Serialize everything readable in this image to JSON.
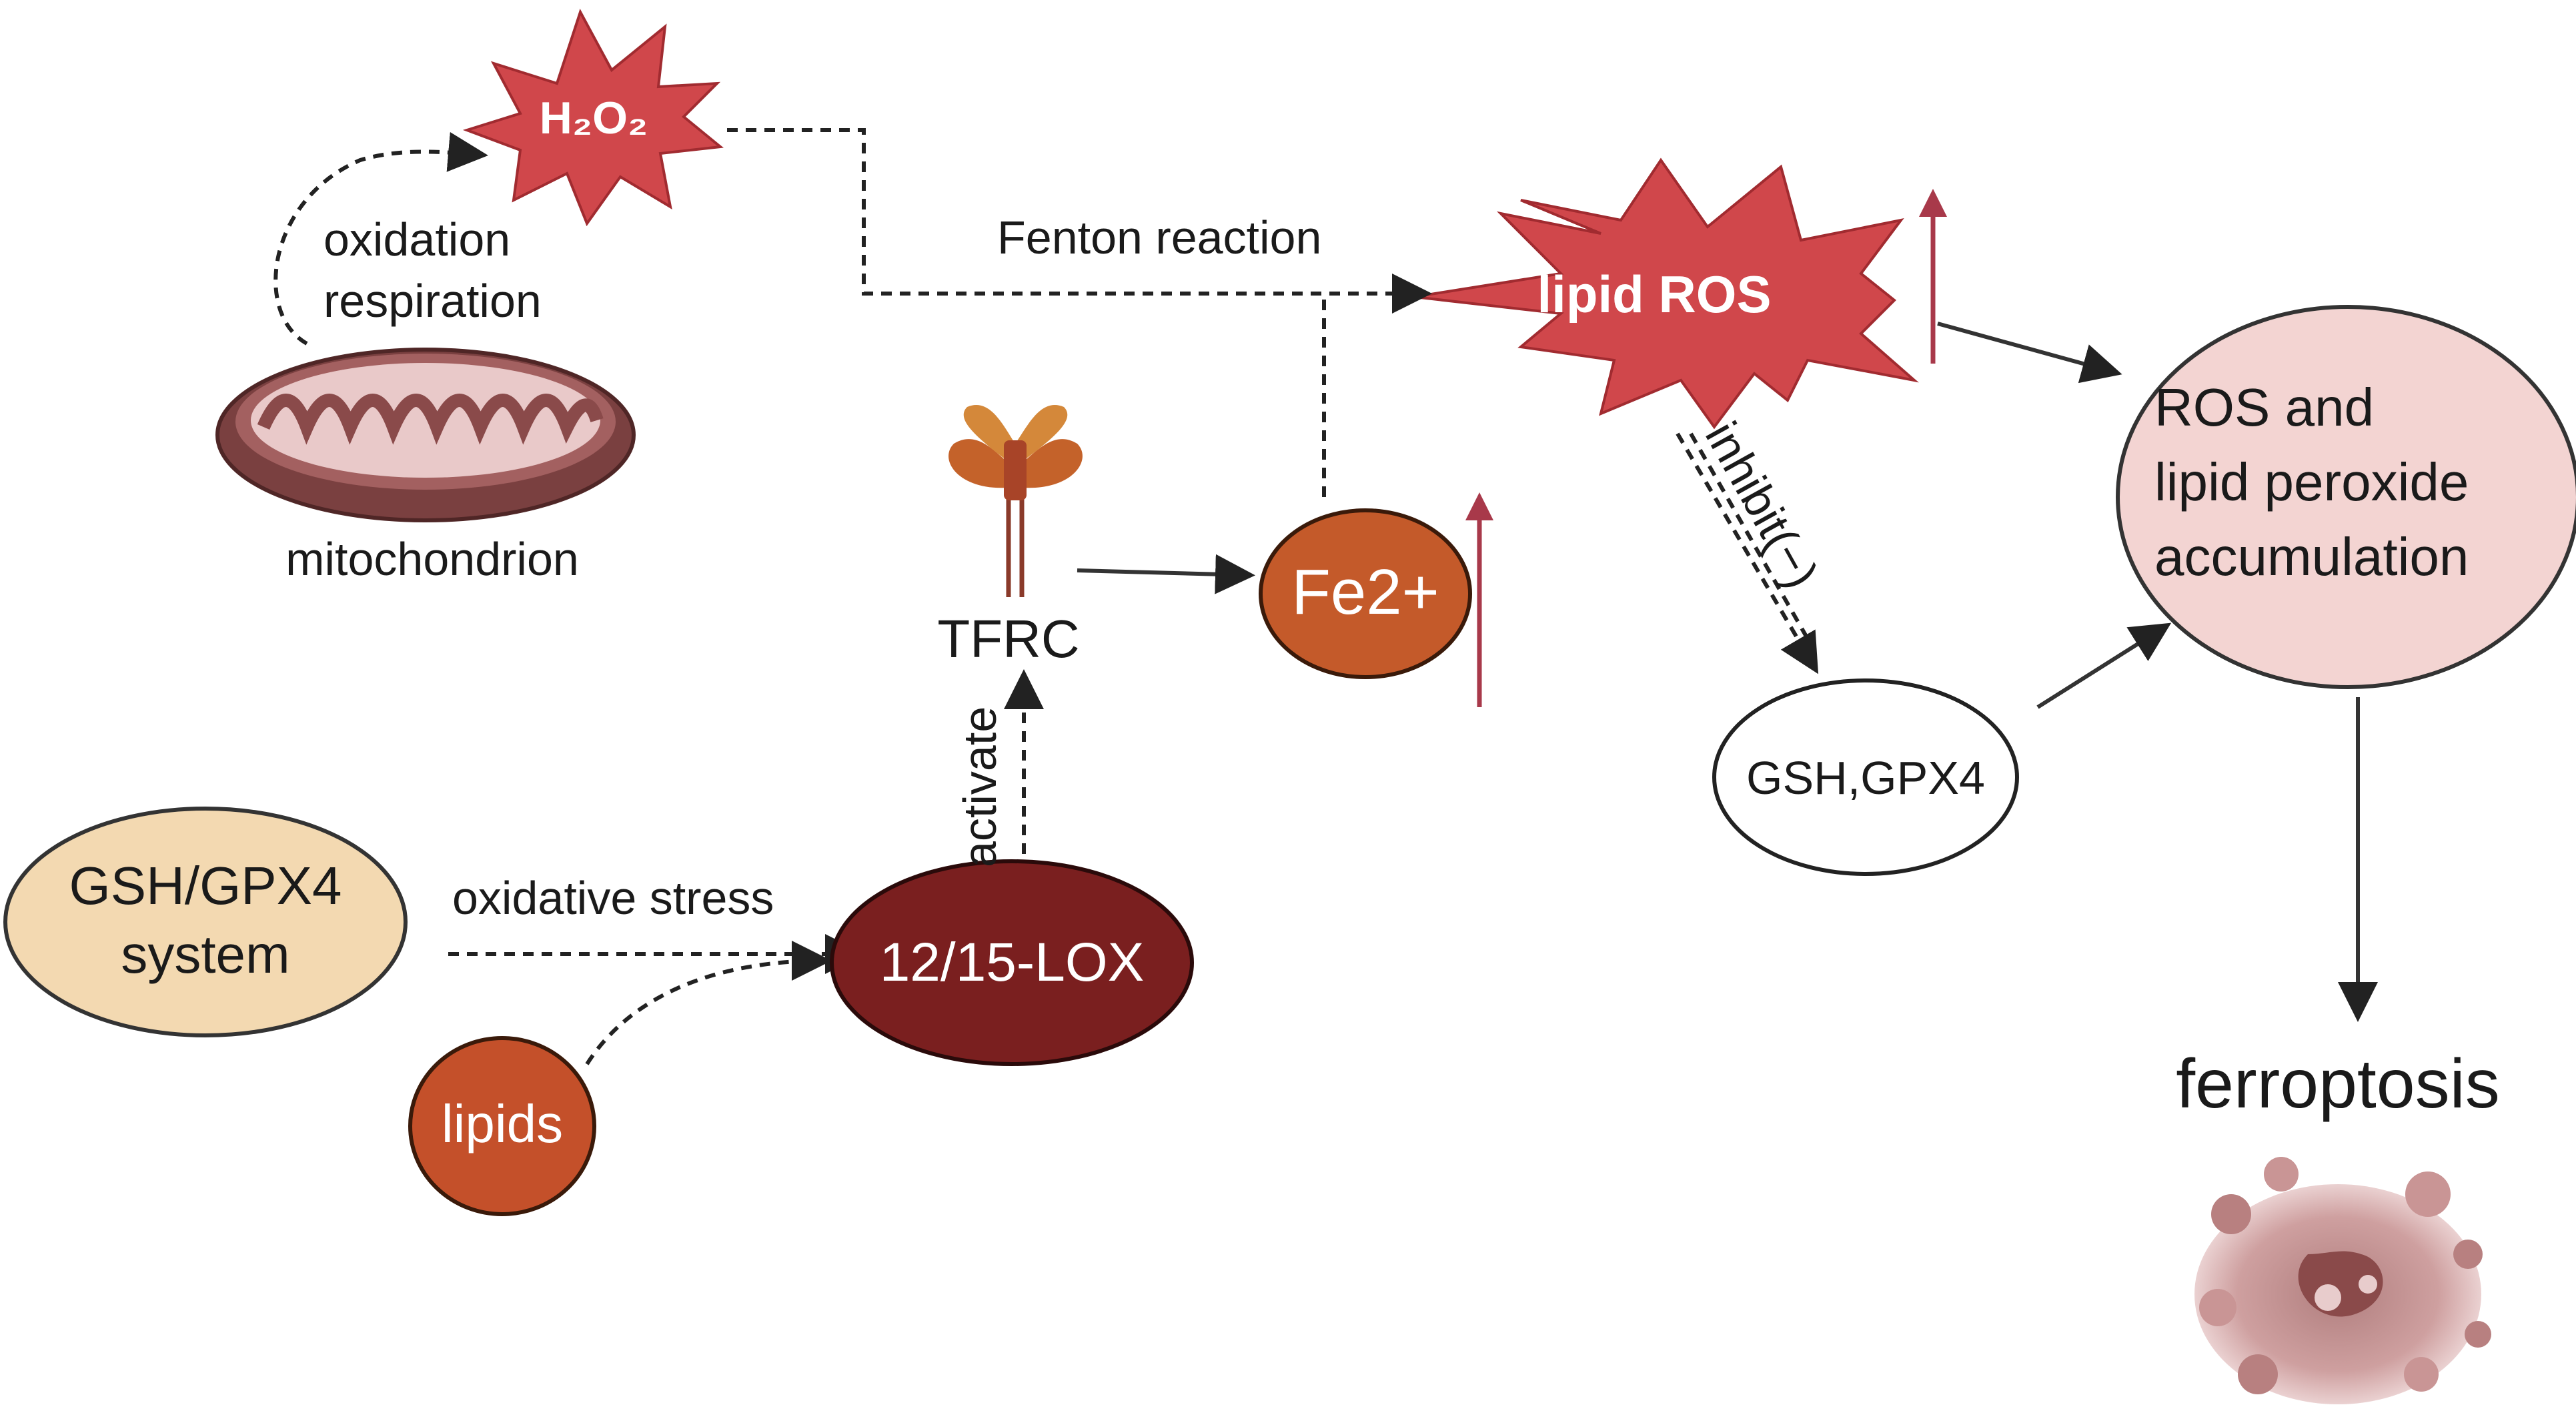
{
  "nodes": {
    "h2o2": "H₂O₂",
    "lipid_ros": "lipid ROS",
    "mitochondrion": "mitochondrion",
    "fe2": "Fe2+",
    "tfrc": "TFRC",
    "ros_accumulation": [
      "ROS and",
      "lipid peroxide",
      "accumulation"
    ],
    "gsh_gpx4": "GSH,GPX4",
    "gsh_gpx4_system": [
      "GSH/GPX4",
      "system"
    ],
    "lox": "12/15-LOX",
    "lipids": "lipids",
    "ferroptosis": "ferroptosis"
  },
  "edge_labels": {
    "oxidation_respiration": [
      "oxidation",
      "respiration"
    ],
    "fenton_reaction": "Fenton reaction",
    "inhibit": "inhibit(−)",
    "activate": "activate",
    "oxidative_stress": "oxidative stress"
  },
  "colors": {
    "star_red": "#d0474b",
    "fe_orange": "#c45a2a",
    "lox_darkred": "#7a1f1f",
    "lipids_orange": "#c4502a",
    "gsh_system_fill": "#f3d9b1",
    "ros_pink": "#f3d4d2",
    "up_arrow": "#a8394a"
  }
}
